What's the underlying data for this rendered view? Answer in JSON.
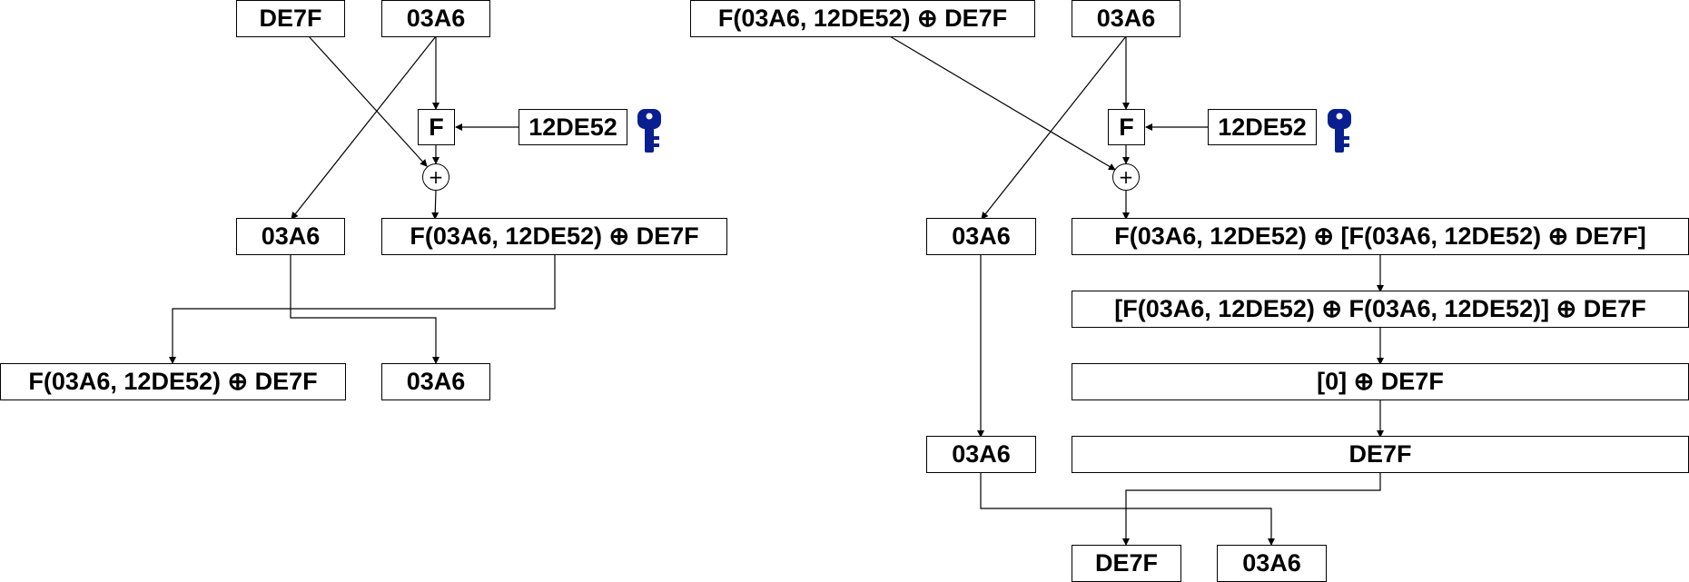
{
  "left": {
    "input_l": "DE7F",
    "input_r": "03A6",
    "f": "F",
    "key": "12DE52",
    "xor_symbol": "+",
    "mid_l": "03A6",
    "mid_r": "F(03A6, 12DE52) ⊕ DE7F",
    "out_l": "F(03A6, 12DE52) ⊕ DE7F",
    "out_r": "03A6"
  },
  "right": {
    "input_l": "F(03A6, 12DE52) ⊕ DE7F",
    "input_r": "03A6",
    "f": "F",
    "key": "12DE52",
    "xor_symbol": "+",
    "mid_l": "03A6",
    "mid_r": "F(03A6, 12DE52) ⊕ [F(03A6, 12DE52) ⊕ DE7F]",
    "step1": "[F(03A6, 12DE52) ⊕ F(03A6, 12DE52)] ⊕ DE7F",
    "step2": "[0] ⊕ DE7F",
    "low_l": "03A6",
    "step3": "DE7F",
    "out_l": "DE7F",
    "out_r": "03A6"
  },
  "colors": {
    "line": "#000000",
    "key_icon": "#0a1f8f"
  },
  "icons": {
    "key": "key-icon"
  }
}
